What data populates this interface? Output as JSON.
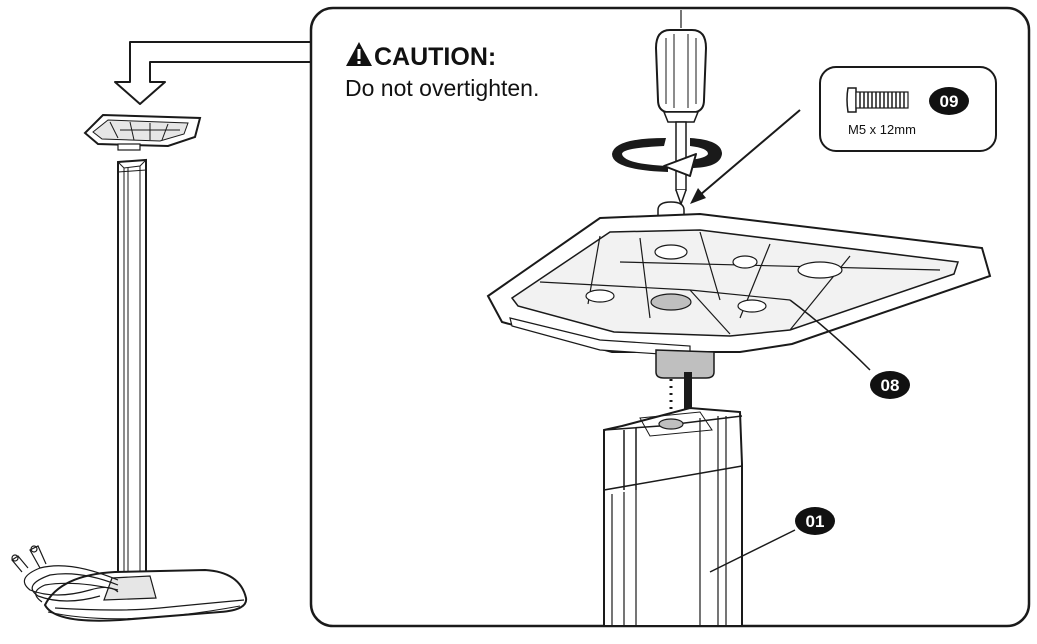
{
  "caution": {
    "title": "CAUTION:",
    "message": "Do not overtighten."
  },
  "screw_callout": {
    "spec": "M5 x 12mm",
    "part_number": "09"
  },
  "parts": {
    "plate_number": "08",
    "pole_number": "01"
  },
  "icons": {
    "warning": "warning-triangle-icon",
    "screwdriver": "screwdriver-icon",
    "rotation": "rotation-arrow-icon",
    "screw": "screw-icon"
  },
  "colors": {
    "line": "#1a1a1a",
    "fill": "#ffffff",
    "shade": "#bfbfbf",
    "badge": "#111111"
  }
}
